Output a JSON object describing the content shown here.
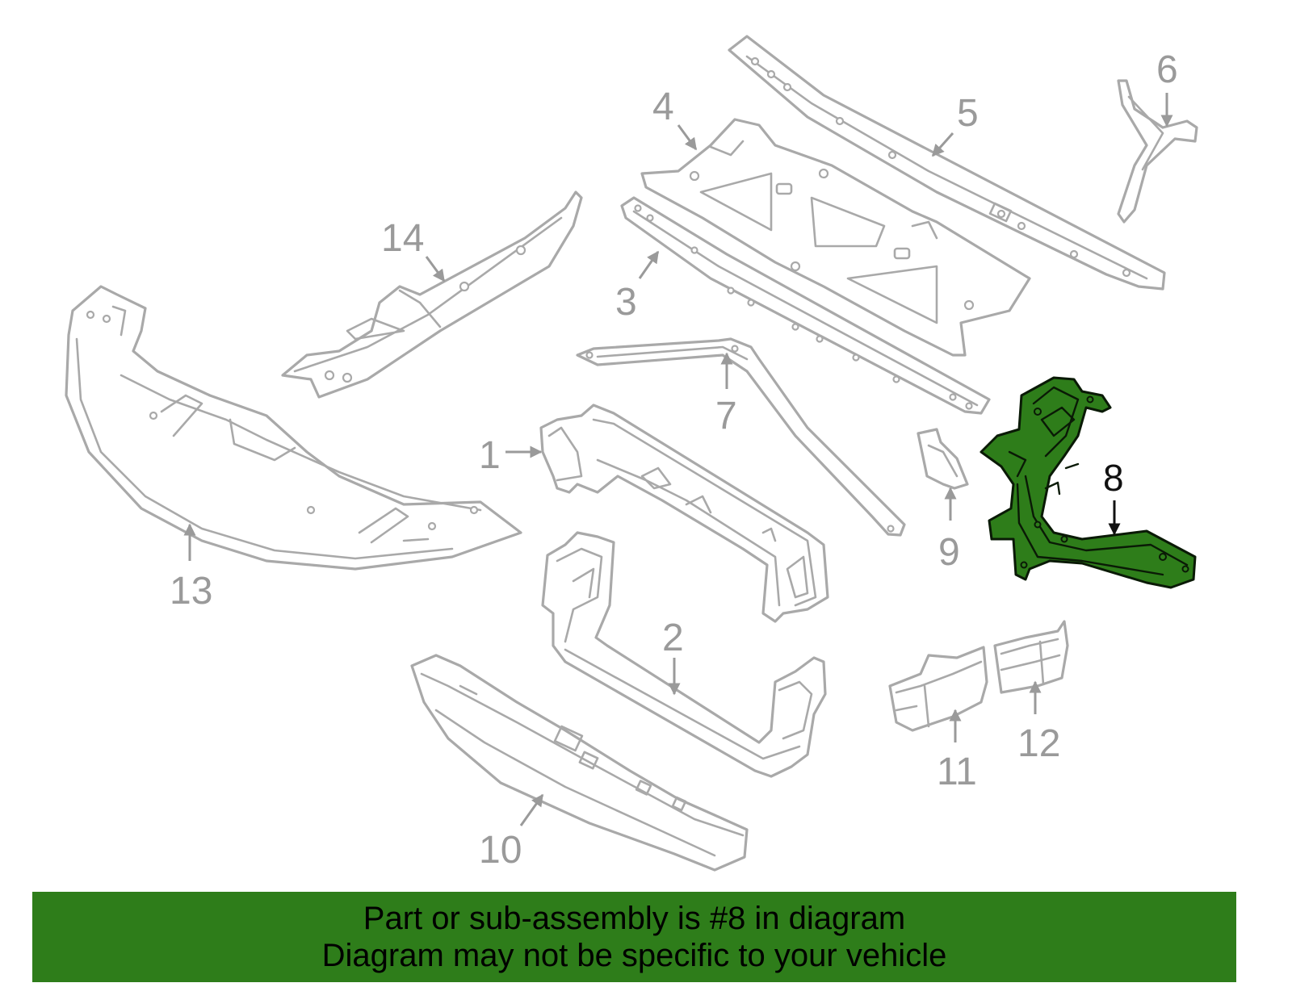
{
  "colors": {
    "highlight_fill": "#2e7d1a",
    "highlight_stroke": "#0a1a06",
    "part_stroke": "#a9a9a9",
    "callout_grey": "#9a9a9a",
    "banner_background": "#2e7d1a",
    "banner_text": "#000000"
  },
  "diagram": {
    "highlighted_part": "8",
    "callouts": [
      {
        "id": "1",
        "text": "1"
      },
      {
        "id": "2",
        "text": "2"
      },
      {
        "id": "3",
        "text": "3"
      },
      {
        "id": "4",
        "text": "4"
      },
      {
        "id": "5",
        "text": "5"
      },
      {
        "id": "6",
        "text": "6"
      },
      {
        "id": "7",
        "text": "7"
      },
      {
        "id": "8",
        "text": "8"
      },
      {
        "id": "9",
        "text": "9"
      },
      {
        "id": "10",
        "text": "10"
      },
      {
        "id": "11",
        "text": "11"
      },
      {
        "id": "12",
        "text": "12"
      },
      {
        "id": "13",
        "text": "13"
      },
      {
        "id": "14",
        "text": "14"
      }
    ]
  },
  "banner": {
    "line1": "Part or sub-assembly is #8 in diagram",
    "line2": "Diagram may not be specific to your vehicle"
  }
}
